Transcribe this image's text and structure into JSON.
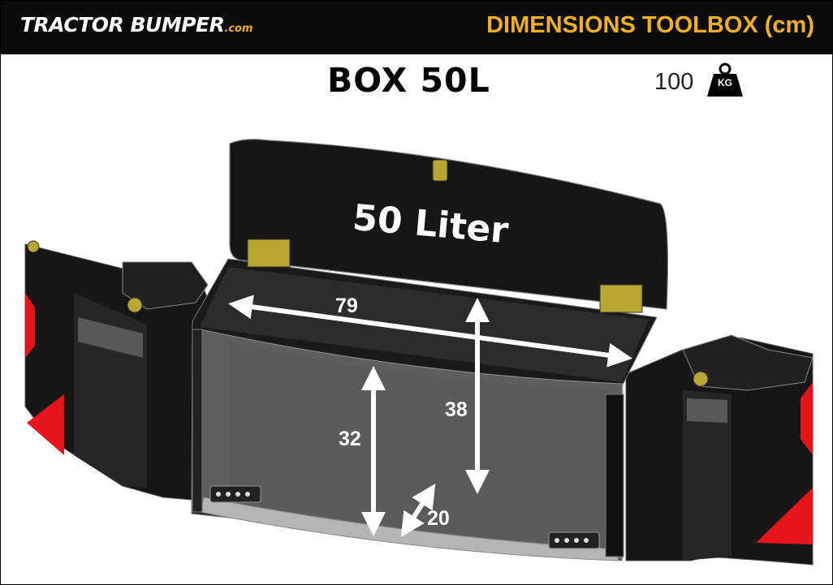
{
  "header": {
    "brand": "TRACTOR BUMPER",
    "brand_suffix": ".com",
    "title": "DIMENSIONS TOOLBOX (cm)"
  },
  "product": {
    "name": "BOX 50L",
    "weight": "100",
    "weight_unit": "KG",
    "lid_text": "50 Liter"
  },
  "dimensions": {
    "width": "79",
    "height_back": "38",
    "height_front": "32",
    "depth": "20"
  },
  "colors": {
    "accent": "#f0b021",
    "header_bg": "#0a0a0a",
    "reflector": "#e8141b"
  }
}
